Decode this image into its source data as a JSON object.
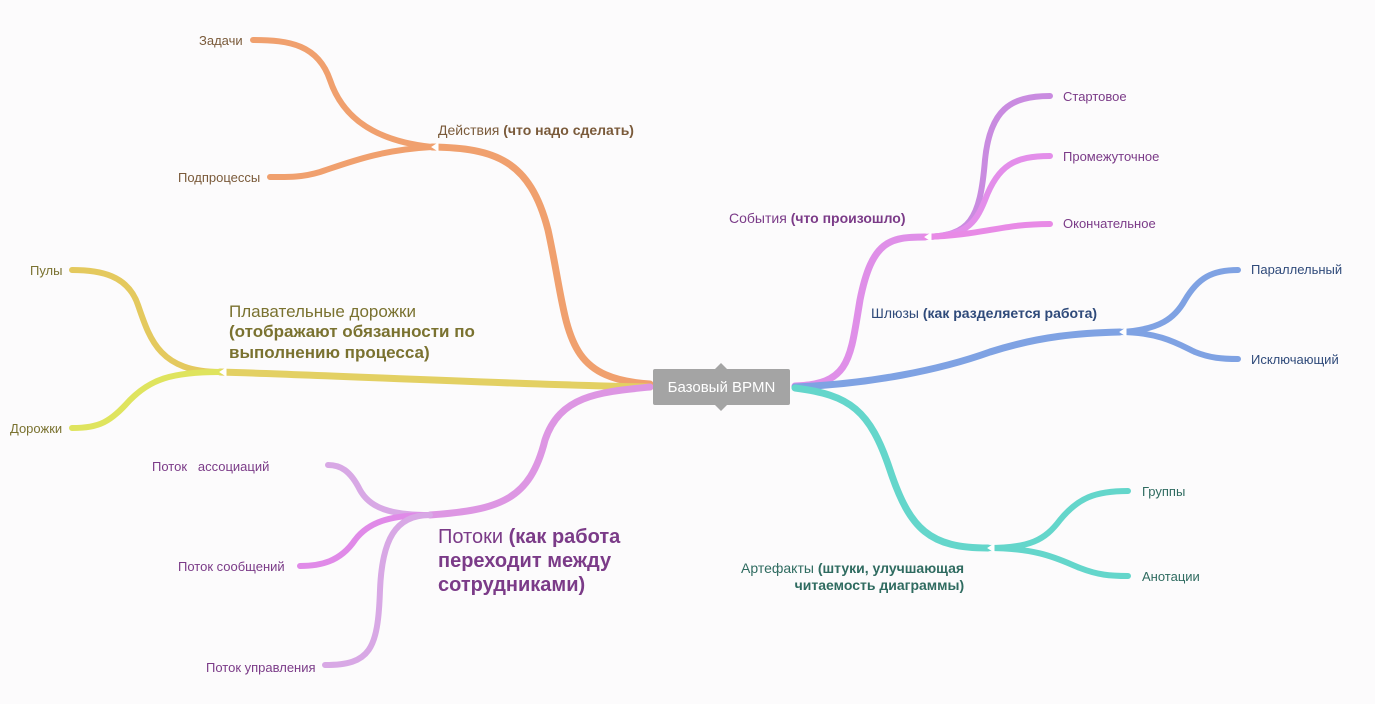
{
  "root": {
    "label": "Базовый BPMN",
    "color": "#a4a4a4"
  },
  "branches": {
    "actions": {
      "label": "Действия",
      "label_bold": "(что надо сделать)",
      "color": "#f0a06e",
      "text_color": "#7a5a3a",
      "children": [
        "Задачи",
        "Подпроцессы"
      ]
    },
    "lanes": {
      "label": "Плавательные дорожки",
      "label_bold_1": "(отображают обязанности по",
      "label_bold_2": "выполнению процесса)",
      "color": "#e3d063",
      "text_color": "#7a7230",
      "children": [
        "Пулы",
        "Дорожки"
      ]
    },
    "flows": {
      "label": "Потоки",
      "label_bold_1": "(как работа",
      "label_bold_2": "переходит между",
      "label_bold_3": "сотрудниками)",
      "color": "#dd96e3",
      "text_color": "#7b3b88",
      "children": [
        "Поток   ассоциаций",
        "Поток сообщений",
        "Поток управления"
      ]
    },
    "events": {
      "label": "События",
      "label_bold": "(что произошло)",
      "color": "#df8fe8",
      "text_color": "#7b3b88",
      "children": [
        "Стартовое",
        "Промежуточное",
        "Окончательное"
      ]
    },
    "gateways": {
      "label": "Шлюзы",
      "label_bold": "(как разделяется работа)",
      "color": "#7fa2e3",
      "text_color": "#2f4a7a",
      "children": [
        "Параллельный",
        "Исключающий"
      ]
    },
    "artifacts": {
      "label": "Артефакты",
      "label_bold_1": "(штуки, улучшающая",
      "label_bold_2": "читаемость диаграммы)",
      "color": "#64d6cb",
      "text_color": "#2f6b60",
      "children": [
        "Группы",
        "Анотации"
      ]
    }
  }
}
